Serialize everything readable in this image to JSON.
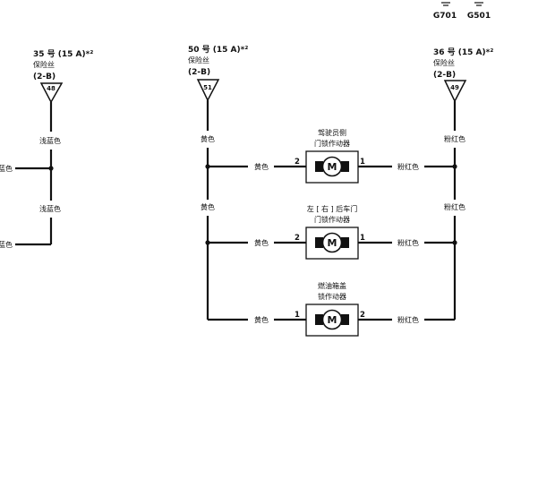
{
  "grounds": [
    "G701",
    "G501"
  ],
  "fuses": [
    {
      "line1": "35 号 (15 A)*²",
      "line2": "保险丝",
      "line3": "(2-B)",
      "number": "48"
    },
    {
      "line1": "50 号 (15 A)*²",
      "line2": "保险丝",
      "line3": "(2-B)",
      "number": "51"
    },
    {
      "line1": "36 号 (15 A)*²",
      "line2": "保险丝",
      "line3": "(2-B)",
      "number": "49"
    }
  ],
  "wires": {
    "light_blue": "浅蓝色",
    "light_blue_cut": "蓝色",
    "yellow": "黄色",
    "pink": "粉红色"
  },
  "actuators": [
    {
      "line1": "驾驶员侧",
      "line2": "门锁作动器",
      "symbol": "M",
      "pin_left": "2",
      "pin_right": "1"
    },
    {
      "line1": "左 [ 右 ] 后车门",
      "line2": "门锁作动器",
      "symbol": "M",
      "pin_left": "2",
      "pin_right": "1"
    },
    {
      "line1": "燃油箱盖",
      "line2": "锁作动器",
      "symbol": "M",
      "pin_left": "1",
      "pin_right": "2"
    }
  ]
}
